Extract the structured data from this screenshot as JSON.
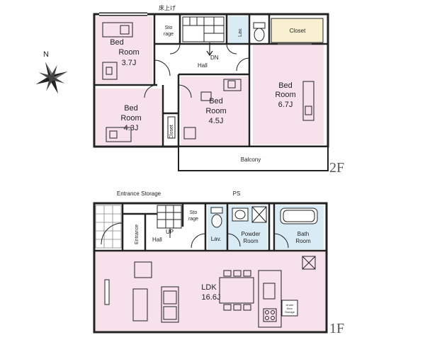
{
  "compass": {
    "north": "N"
  },
  "floors": {
    "second": "2F",
    "first": "1F"
  },
  "rooms_2f": {
    "bed_nw_name": "Bed",
    "bed_nw_sub": "Room",
    "bed_nw_size": "3.7J",
    "bed_sw_name": "Bed",
    "bed_sw_sub": "Room",
    "bed_sw_size": "4.3J",
    "bed_mid_name": "Bed",
    "bed_mid_sub": "Room",
    "bed_mid_size": "4.5J",
    "bed_e_name": "Bed",
    "bed_e_sub": "Room",
    "bed_e_size": "6.7J",
    "storage_a": "Sto",
    "storage_b": "rage",
    "raised_floor": "床上げ",
    "lav": "Lav.",
    "closet_ne": "Closet",
    "closet_sw": "Closet",
    "hall": "Hall",
    "down": "DN",
    "balcony": "Balcony"
  },
  "rooms_1f": {
    "entrance_storage": "Entrance Storage",
    "ps": "PS",
    "entrance": "Entrance",
    "hall": "Hall",
    "up": "UP",
    "storage_a": "Sto",
    "storage_b": "rage",
    "lav": "Lav.",
    "powder_a": "Powder",
    "powder_b": "Room",
    "bath_a": "Bath",
    "bath_b": "Room",
    "ldk_name": "LDK",
    "ldk_size": "16.6J",
    "underfloor_a": "Under",
    "underfloor_b": "floor",
    "underfloor_c": "Storage"
  },
  "colors": {
    "room_fill": "#f7e1ea",
    "wet_fill": "#d9ecf6",
    "wall": "#222222"
  }
}
